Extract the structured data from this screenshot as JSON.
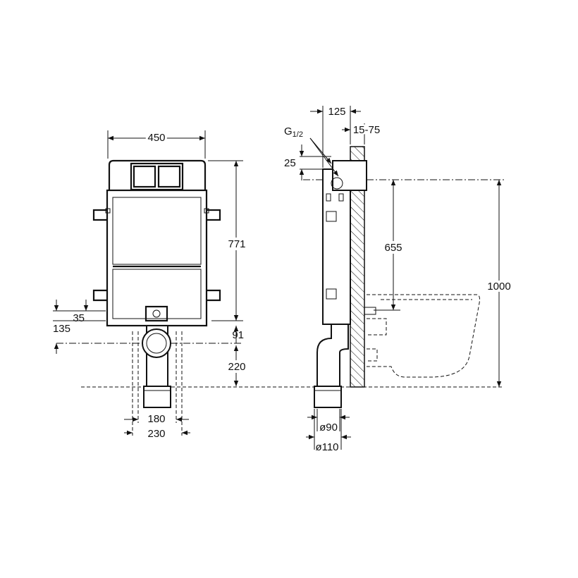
{
  "drawing": {
    "front_view": {
      "width": "450",
      "height": "771",
      "offset_small": "35",
      "offset_large": "135",
      "pipe_center_drop": "91",
      "pipe_to_floor": "220",
      "pipe_inner_span": "180",
      "pipe_outer_span": "230"
    },
    "side_view": {
      "depth": "125",
      "wall_gap": "15-75",
      "thread_label": "G",
      "thread_fraction": "1/2",
      "inlet_offset": "25",
      "outlet_height": "655",
      "total_height": "1000",
      "pipe_diameter_inner": "ø90",
      "pipe_diameter_outer": "ø110"
    }
  }
}
